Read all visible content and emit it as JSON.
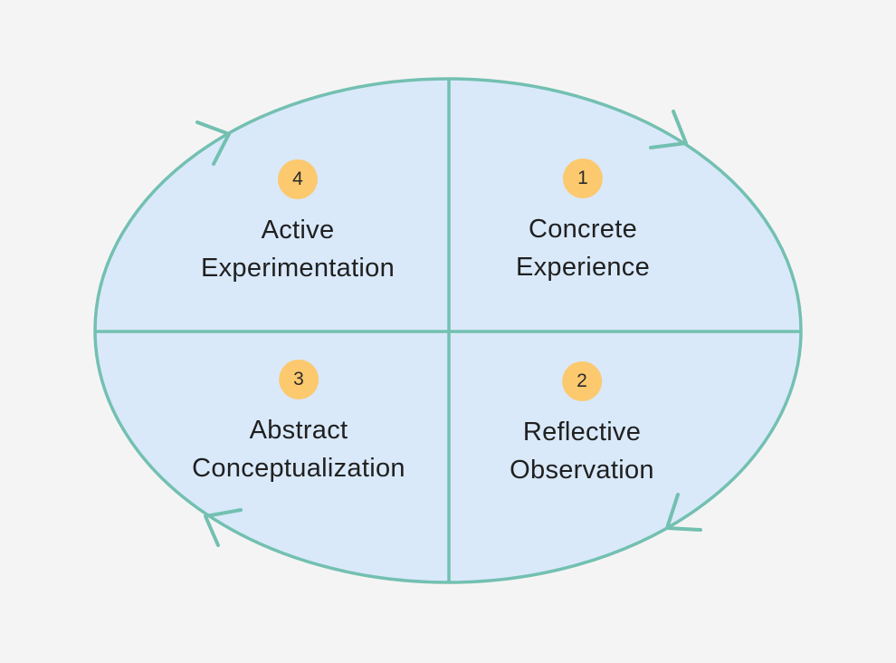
{
  "diagram": {
    "type": "cycle-quadrant-diagram",
    "direction": "clockwise",
    "colors": {
      "background": "#F5F4F5",
      "ellipse_fill": "#D9E9FA",
      "stroke": "#73C0B1",
      "badge_fill": "#FCC96E",
      "label_text": "#202020",
      "badge_text": "#2B2B2B"
    },
    "quadrants": [
      {
        "position": "top-right",
        "number": "1",
        "line1": "Concrete",
        "line2": "Experience"
      },
      {
        "position": "bottom-right",
        "number": "2",
        "line1": "Reflective",
        "line2": "Observation"
      },
      {
        "position": "bottom-left",
        "number": "3",
        "line1": "Abstract",
        "line2": "Conceptualization"
      },
      {
        "position": "top-left",
        "number": "4",
        "line1": "Active",
        "line2": "Experimentation"
      }
    ]
  }
}
